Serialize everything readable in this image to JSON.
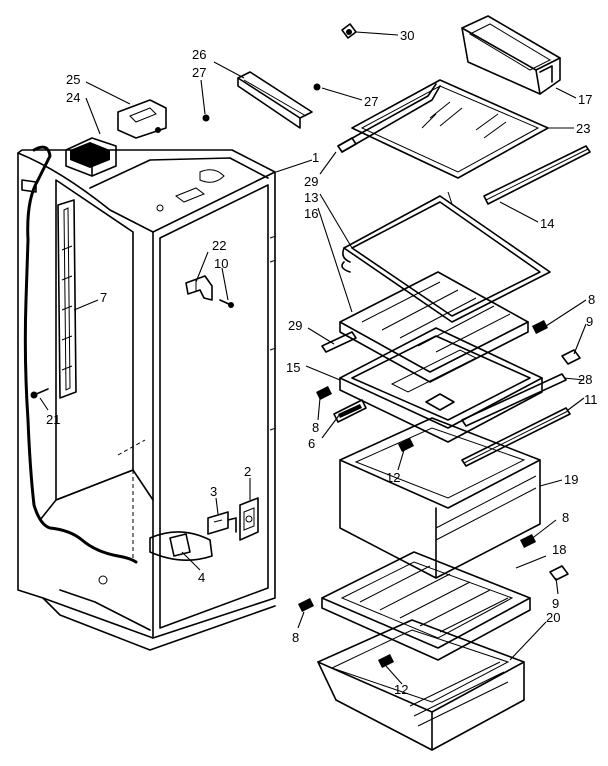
{
  "diagram": {
    "callouts": [
      {
        "id": "c30",
        "text": "30"
      },
      {
        "id": "c17",
        "text": "17"
      },
      {
        "id": "c23",
        "text": "23"
      },
      {
        "id": "c27b",
        "text": "27"
      },
      {
        "id": "c26",
        "text": "26"
      },
      {
        "id": "c27a",
        "text": "27"
      },
      {
        "id": "c25",
        "text": "25"
      },
      {
        "id": "c24",
        "text": "24"
      },
      {
        "id": "c1",
        "text": "1"
      },
      {
        "id": "c29a",
        "text": "29"
      },
      {
        "id": "c13",
        "text": "13"
      },
      {
        "id": "c16",
        "text": "16"
      },
      {
        "id": "c14",
        "text": "14"
      },
      {
        "id": "c22",
        "text": "22"
      },
      {
        "id": "c10",
        "text": "10"
      },
      {
        "id": "c7",
        "text": "7"
      },
      {
        "id": "c8a",
        "text": "8"
      },
      {
        "id": "c29b",
        "text": "29"
      },
      {
        "id": "c9a",
        "text": "9"
      },
      {
        "id": "c15",
        "text": "15"
      },
      {
        "id": "c28",
        "text": "28"
      },
      {
        "id": "c21",
        "text": "21"
      },
      {
        "id": "c11",
        "text": "11"
      },
      {
        "id": "c8b",
        "text": "8"
      },
      {
        "id": "c6",
        "text": "6"
      },
      {
        "id": "c12a",
        "text": "12"
      },
      {
        "id": "c2",
        "text": "2"
      },
      {
        "id": "c19",
        "text": "19"
      },
      {
        "id": "c3",
        "text": "3"
      },
      {
        "id": "c8c",
        "text": "8"
      },
      {
        "id": "c18",
        "text": "18"
      },
      {
        "id": "c4",
        "text": "4"
      },
      {
        "id": "c9b",
        "text": "9"
      },
      {
        "id": "c8d",
        "text": "8"
      },
      {
        "id": "c20",
        "text": "20"
      },
      {
        "id": "c12b",
        "text": "12"
      }
    ]
  }
}
